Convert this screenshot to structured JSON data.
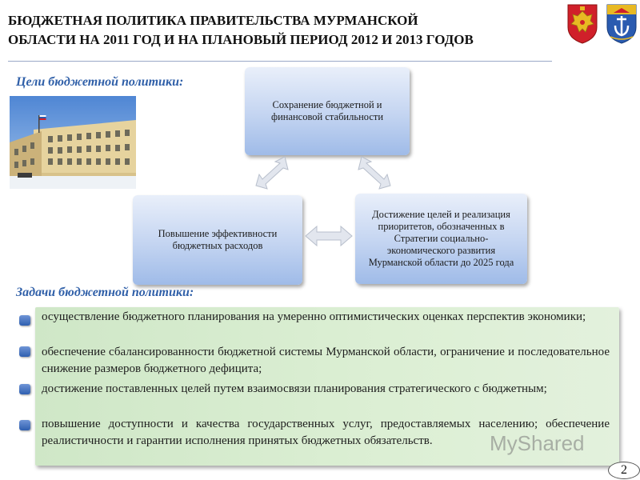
{
  "header": {
    "title_line1": "БЮДЖЕТНАЯ ПОЛИТИКА ПРАВИТЕЛЬСТВА МУРМАНСКОЙ",
    "title_line2": "ОБЛАСТИ НА 2011 ГОД И НА ПЛАНОВЫЙ ПЕРИОД 2012 И 2013 ГОДОВ",
    "emblems": [
      "russia-coat-of-arms-icon",
      "murmansk-region-coat-of-arms-icon"
    ]
  },
  "goals": {
    "heading": "Цели бюджетной политики:",
    "items": [
      "Сохранение бюджетной и финансовой стабильности",
      "Повышение эффективности бюджетных расходов",
      "Достижение целей и реализация приоритетов, обозначенных в Стратегии социально-экономического развития Мурманской области до 2025 года"
    ]
  },
  "tasks": {
    "heading": "Задачи бюджетной политики:",
    "items": [
      "осуществление бюджетного планирования на умеренно оптимистических оценках перспектив экономики;",
      "обеспечение сбалансированности бюджетной системы Мурманской области, ограничение и последовательное снижение размеров бюджетного дефицита;",
      "достижение поставленных целей путем взаимосвязи планирования стратегического с бюджетным;",
      "повышение доступности и качества государственных услуг, предоставляемых населению; обеспечение реалистичности и гарантии исполнения принятых бюджетных обязательств."
    ]
  },
  "watermark": "MyShared",
  "page_number": "2",
  "colors": {
    "accent": "#2f5fa8",
    "goal_box": "#c3d4f1",
    "tasks_panel": "#d6ecce"
  }
}
